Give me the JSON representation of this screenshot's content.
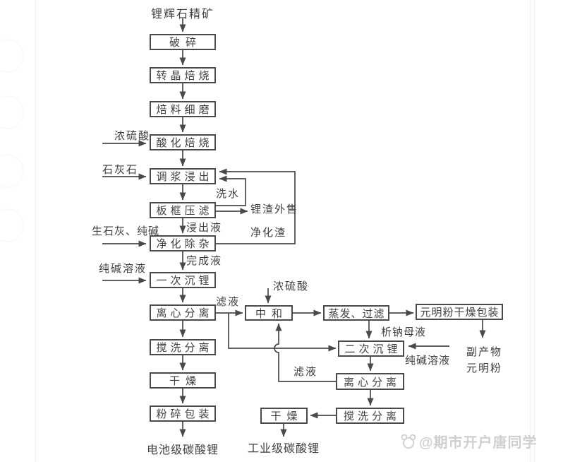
{
  "colors": {
    "line": "#4a4a4a",
    "text": "#3f3f3f",
    "watermark": "#cfcfcf"
  },
  "flowchart": {
    "source": "锂辉石精矿",
    "nodes": {
      "crush": "破碎",
      "conversion_roast": "转晶焙烧",
      "fine_grind": "焙料细磨",
      "acid_roast": "酸化焙烧",
      "slurry_leach": "调浆浸出",
      "plate_filter": "板框压滤",
      "purify": "净化除杂",
      "first_li_precip": "一次沉锂",
      "centrifuge_1": "离心分离",
      "agitate_wash_1": "搅洗分离",
      "dry_1": "干燥",
      "crush_pack": "粉碎包装",
      "neutralize": "中和",
      "evap_filter": "蒸发、过滤",
      "mirabilite_pack": "元明粉干燥包装",
      "second_li_precip": "二次沉锂",
      "centrifuge_2": "离心分离",
      "agitate_wash_2": "搅洗分离",
      "dry_2": "干燥"
    },
    "reagents": {
      "sulfuric_acid_1": "浓硫酸",
      "limestone": "石灰石",
      "quicklime_soda": "生石灰、纯碱",
      "soda_solution_1": "纯碱溶液",
      "sulfuric_acid_2": "浓硫酸",
      "soda_solution_2": "纯碱溶液"
    },
    "streams": {
      "wash_water": "洗水",
      "slag_sale": "锂渣外售",
      "leachate": "浸出液",
      "purified_slag": "净化渣",
      "finished_liquid": "完成液",
      "filtrate_1": "滤液",
      "sodium_mother_liquor": "析钠母液",
      "filtrate_2": "滤液"
    },
    "products": {
      "battery_grade": "电池级碳酸锂",
      "industrial_grade": "工业级碳酸锂",
      "byproduct_line1": "副产物",
      "byproduct_line2": "元明粉"
    }
  },
  "watermark": {
    "handle": "@期市开户唐同学"
  }
}
